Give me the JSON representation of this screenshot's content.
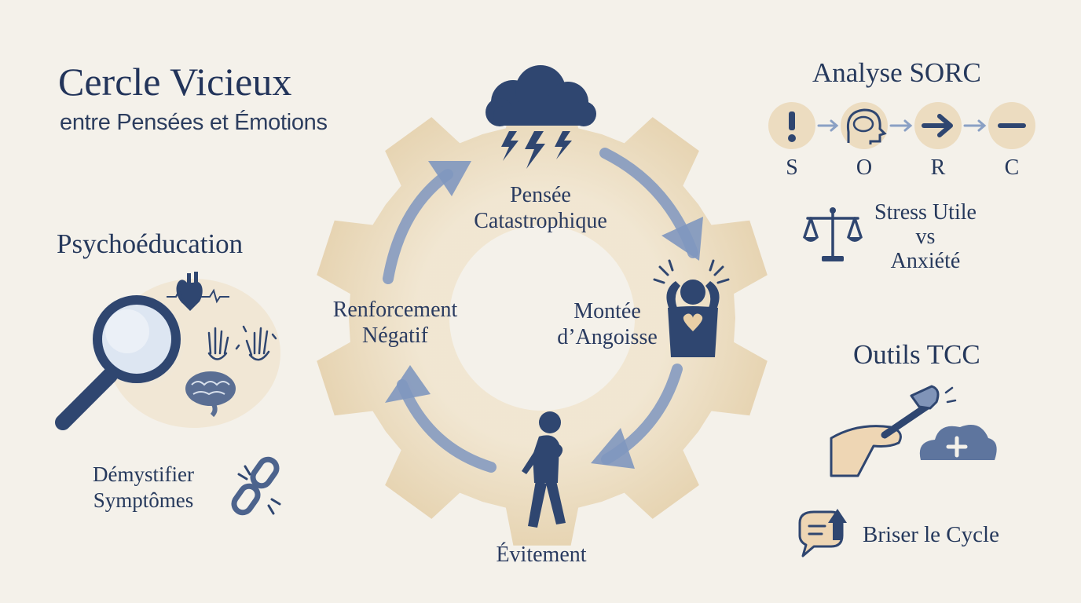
{
  "header": {
    "title": "Cercle Vicieux",
    "subtitle": "entre Pensées et Émotions"
  },
  "psychoeducation": {
    "title": "Psychoéducation",
    "demystify_label": [
      "Démystifier",
      "Symptômes"
    ]
  },
  "cycle": {
    "steps": [
      {
        "label": [
          "Pensée",
          "Catastrophique"
        ],
        "icon": "storm-cloud-icon"
      },
      {
        "label": [
          "Montée",
          "d’Angoisse"
        ],
        "icon": "anxious-person-icon"
      },
      {
        "label": [
          "Évitement"
        ],
        "icon": "walking-away-person-icon"
      },
      {
        "label": [
          "Renforcement",
          "Négatif"
        ],
        "icon": "cycle-arrow-icon"
      }
    ]
  },
  "sorc": {
    "title": "Analyse SORC",
    "steps": [
      {
        "letter": "S",
        "icon": "exclamation-icon"
      },
      {
        "letter": "O",
        "icon": "brain-head-icon"
      },
      {
        "letter": "R",
        "icon": "arrow-right-icon"
      },
      {
        "letter": "C",
        "icon": "minus-icon"
      }
    ],
    "stress_label": [
      "Stress Utile",
      "vs",
      "Anxiété"
    ]
  },
  "tcc": {
    "title": "Outils TCC",
    "briser_label": "Briser le Cycle"
  },
  "colors": {
    "navy": "#2b4170",
    "arrow_blue": "#7f97bf",
    "gear_beige": "#ead9bb",
    "badge_beige": "#ecdcc0",
    "background": "#f4f1ea"
  }
}
